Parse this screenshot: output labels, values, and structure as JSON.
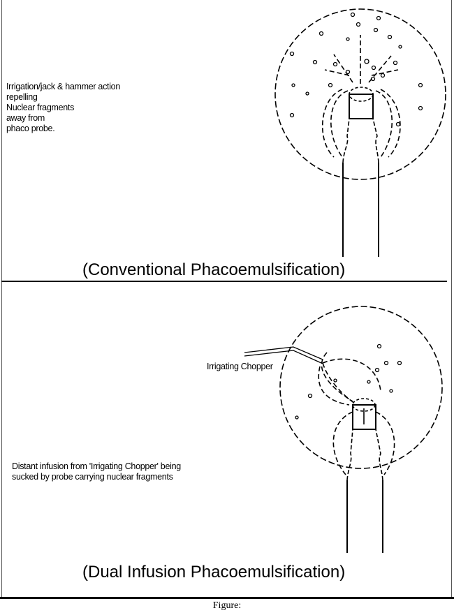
{
  "conventional": {
    "title": "(Conventional Phacoemulsification)",
    "annotation": "Irrigation/jack & hammer action\nrepelling\nNuclear fragments\naway from\nphaco probe."
  },
  "dual_infusion": {
    "title": "(Dual Infusion Phacoemulsification)",
    "chopper_label": "Irrigating Chopper",
    "annotation": "Distant infusion from 'Irrigating Chopper' being\nsucked by probe carrying nuclear fragments"
  },
  "caption": "Figure:"
}
